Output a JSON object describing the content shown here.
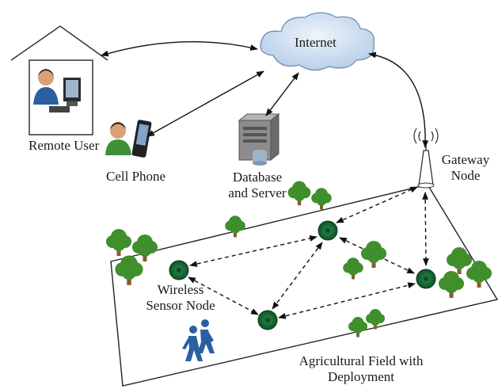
{
  "labels": {
    "internet": "Internet",
    "remote_user": "Remote User",
    "cell_phone": "Cell Phone",
    "database_line1": "Database",
    "database_line2": "and Server",
    "gateway_line1": "Gateway",
    "gateway_line2": "Node",
    "wsn_line1": "Wireless",
    "wsn_line2": "Sensor Node",
    "field_line1": "Agricultural Field with",
    "field_line2": "Deployment"
  },
  "colors": {
    "cloud": "#c9dbef",
    "sensor_node": "#1b6e3a",
    "tree_foliage": "#3f8f2c",
    "tree_trunk": "#8a5a2b",
    "person": "#2a5fa3"
  }
}
